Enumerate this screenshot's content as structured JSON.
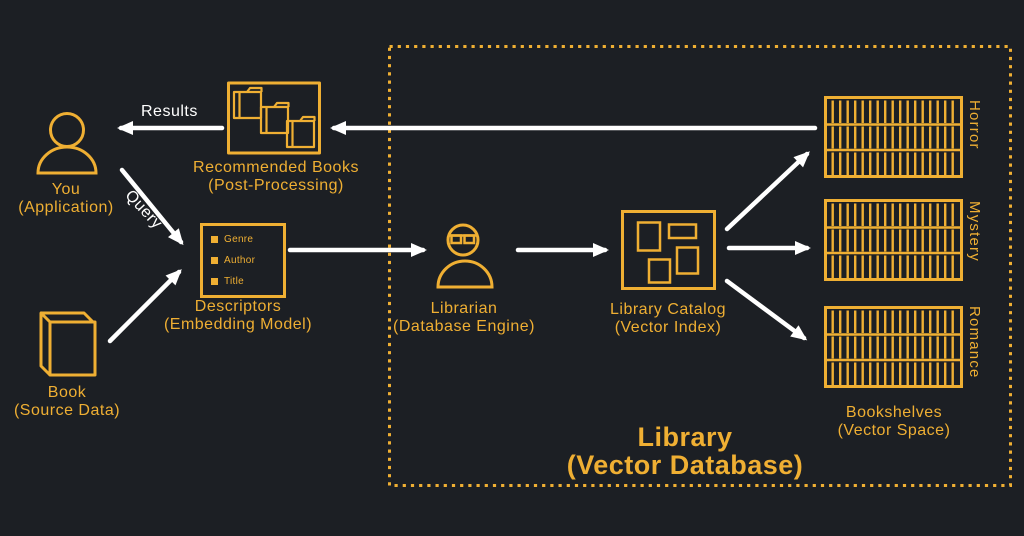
{
  "colors": {
    "background": "#1C1F24",
    "gold": "#EFAF33",
    "arrow_white": "#FFFFFF"
  },
  "edge_labels": {
    "results": "Results",
    "query": "Query"
  },
  "nodes": {
    "you": {
      "title": "You",
      "subtitle": "(Application)"
    },
    "book": {
      "title": "Book",
      "subtitle": "(Source Data)"
    },
    "recommended_books": {
      "title": "Recommended Books",
      "subtitle": "(Post-Processing)"
    },
    "descriptors": {
      "title": "Descriptors",
      "subtitle": "(Embedding Model)",
      "fields": [
        "Genre",
        "Author",
        "Title"
      ]
    },
    "librarian": {
      "title": "Librarian",
      "subtitle": "(Database Engine)"
    },
    "library_catalog": {
      "title": "Library Catalog",
      "subtitle": "(Vector Index)"
    },
    "bookshelves": {
      "title": "Bookshelves",
      "subtitle": "(Vector Space)",
      "shelves": [
        "Horror",
        "Mystery",
        "Romance"
      ]
    },
    "library_boundary": {
      "title": "Library",
      "subtitle": "(Vector Database)"
    }
  }
}
